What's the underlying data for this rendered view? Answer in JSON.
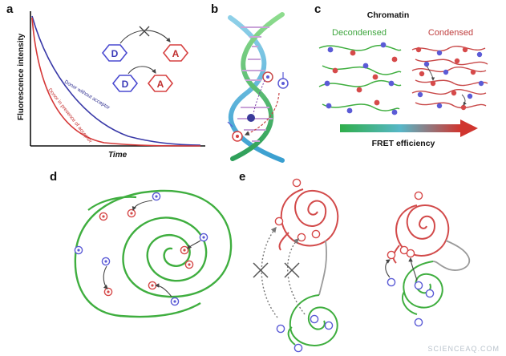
{
  "panels": {
    "a": {
      "label": "a",
      "ylabel": "Fluorescence intensity",
      "xlabel": "Time",
      "curve_donor_without_acceptor": "Donor without acceptor",
      "curve_donor_with_acceptor": "Donor in presence of acceptor",
      "donor_letter": "D",
      "acceptor_letter": "A"
    },
    "b": {
      "label": "b"
    },
    "c": {
      "label": "c",
      "title": "Chromatin",
      "decondensed": "Decondensed",
      "condensed": "Condensed",
      "fret": "FRET efficiency"
    },
    "d": {
      "label": "d"
    },
    "e": {
      "label": "e"
    }
  },
  "colors": {
    "donor": "#5b5bd6",
    "acceptor": "#d94a4a",
    "chromatin_green": "#3fae3f",
    "chromatin_red": "#c84848",
    "linker_grey": "#9a9a9a",
    "decondensed_text": "#3fa63f",
    "condensed_text": "#c04040"
  },
  "watermark": "SCIENCEAQ.COM"
}
